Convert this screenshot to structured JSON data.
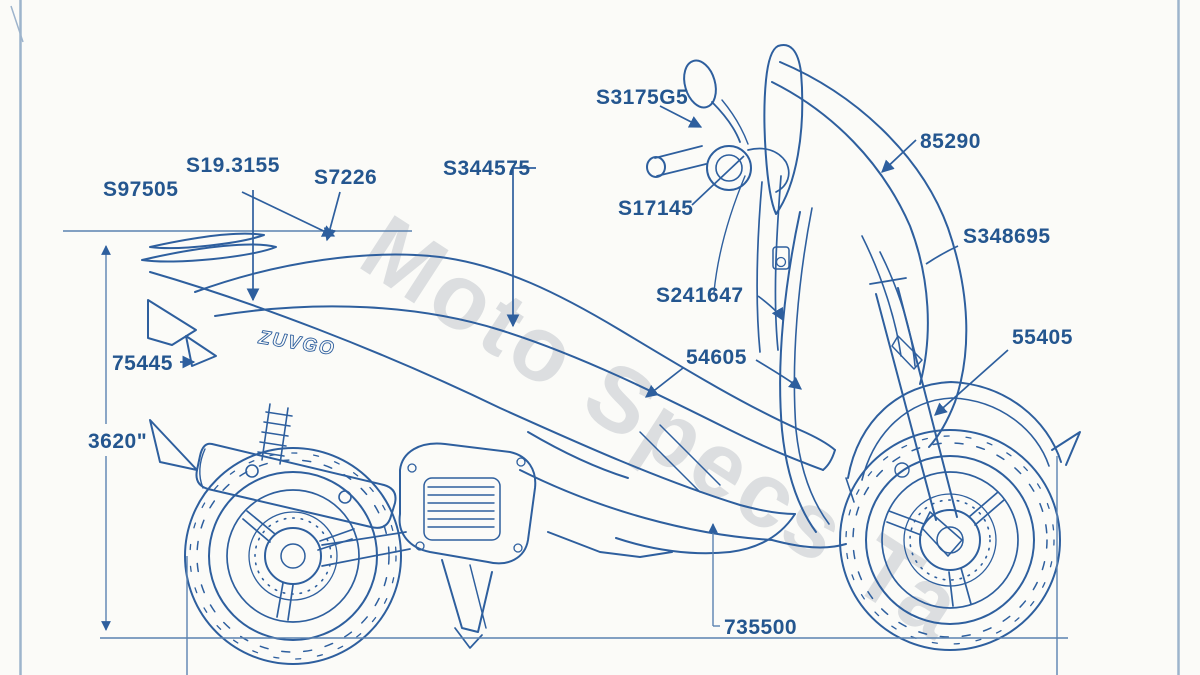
{
  "meta": {
    "title": "Scooter blueprint parts diagram"
  },
  "colors": {
    "paper": "#fbfbf8",
    "line": "#2e5f9e",
    "dim_line": "#5b82b0",
    "label_text": "#24568f",
    "frame": "#9db4cc",
    "watermark": "#c3c8cd"
  },
  "watermark": {
    "text": "Moto Specs Ta"
  },
  "badge": {
    "text": "ZUVGO"
  },
  "labels": {
    "s97505": {
      "text": "S97505"
    },
    "s193155": {
      "text": "S19.3155"
    },
    "s7226": {
      "text": "S7226"
    },
    "s344575": {
      "text": "S344575"
    },
    "s3175g5": {
      "text": "S3175G5"
    },
    "s17145": {
      "text": "S17145"
    },
    "n85290": {
      "text": "85290"
    },
    "s348695": {
      "text": "S348695"
    },
    "s241647": {
      "text": "S241647"
    },
    "n54605": {
      "text": "54605"
    },
    "n55405": {
      "text": "55405"
    },
    "n75445": {
      "text": "75445"
    },
    "n3620": {
      "text": "3620\""
    },
    "n735500": {
      "text": "735500"
    }
  }
}
